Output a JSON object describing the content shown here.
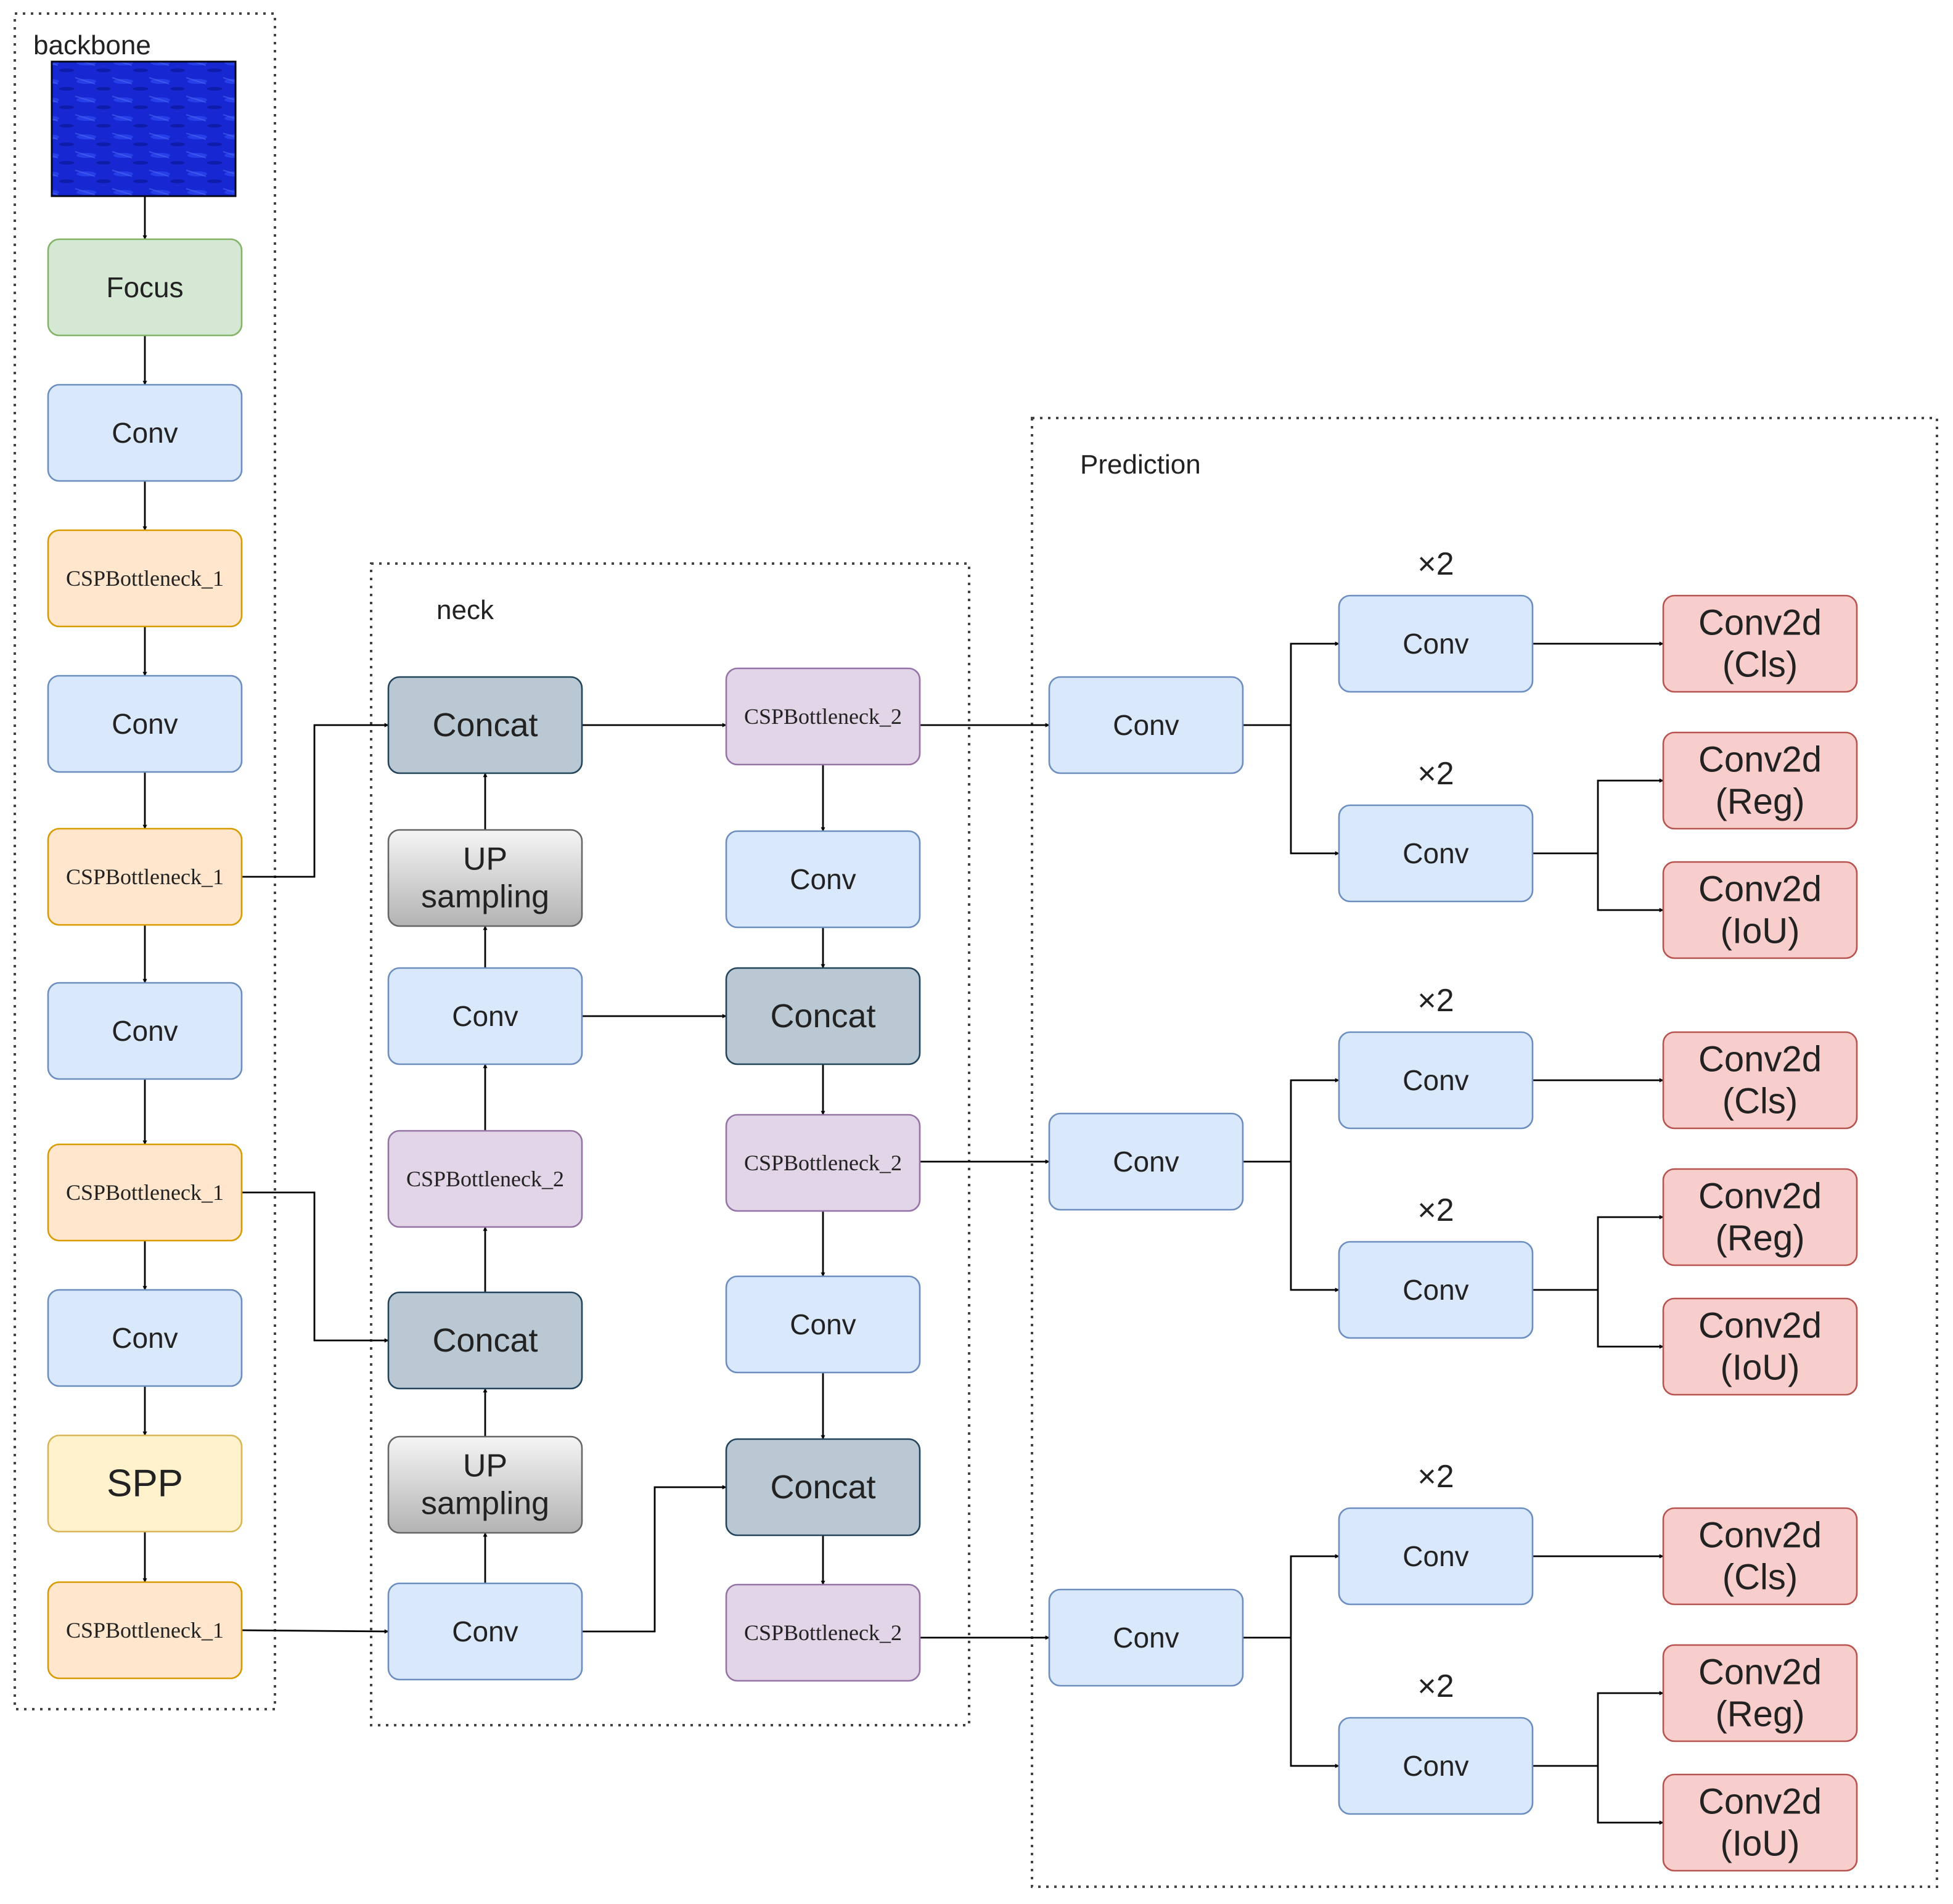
{
  "groups": {
    "backbone": "backbone",
    "neck": "neck",
    "prediction": "Prediction"
  },
  "colors": {
    "green": {
      "fill": "#d5e8d4",
      "stroke": "#82b366"
    },
    "blue": {
      "fill": "#dae8fc",
      "stroke": "#6c8ebf"
    },
    "orange": {
      "fill": "#ffe6cc",
      "stroke": "#d79b00"
    },
    "yellow": {
      "fill": "#fff2cc",
      "stroke": "#d6b656"
    },
    "purple": {
      "fill": "#e1d5e7",
      "stroke": "#9673a6"
    },
    "slate": {
      "fill": "#bac8d3",
      "stroke": "#23445d"
    },
    "gray": {
      "fill": "#e0e0e0",
      "stroke": "#666666"
    },
    "red": {
      "fill": "#f8cecc",
      "stroke": "#b85450"
    }
  },
  "nodes": {
    "focus": "Focus",
    "bb_conv1": "Conv",
    "bb_csp1": "CSPBottleneck_1",
    "bb_conv2": "Conv",
    "bb_csp2": "CSPBottleneck_1",
    "bb_conv3": "Conv",
    "bb_csp3": "CSPBottleneck_1",
    "bb_conv4": "Conv",
    "spp": "SPP",
    "bb_csp4": "CSPBottleneck_1",
    "nk_concat1": "Concat",
    "nk_up1_line1": "UP",
    "nk_up1_line2": "sampling",
    "nk_conv1": "Conv",
    "nk_csp_mid": "CSPBottleneck_2",
    "nk_concat2": "Concat",
    "nk_up2_line1": "UP",
    "nk_up2_line2": "sampling",
    "nk_conv2": "Conv",
    "nk_csp_a": "CSPBottleneck_2",
    "nk_conv_a": "Conv",
    "nk_concat_a": "Concat",
    "nk_csp_b": "CSPBottleneck_2",
    "nk_conv_b": "Conv",
    "nk_concat_b": "Concat",
    "nk_csp_c": "CSPBottleneck_2",
    "pr_conv1": "Conv",
    "pr_conv2": "Conv",
    "pr_conv3": "Conv",
    "h1_cls_conv": "Conv",
    "h1_reg_conv": "Conv",
    "h2_cls_conv": "Conv",
    "h2_reg_conv": "Conv",
    "h3_cls_conv": "Conv",
    "h3_reg_conv": "Conv",
    "h1_cls_l1": "Conv2d",
    "h1_cls_l2": "(Cls)",
    "h1_reg_l1": "Conv2d",
    "h1_reg_l2": "(Reg)",
    "h1_iou_l1": "Conv2d",
    "h1_iou_l2": "(IoU)",
    "h2_cls_l1": "Conv2d",
    "h2_cls_l2": "(Cls)",
    "h2_reg_l1": "Conv2d",
    "h2_reg_l2": "(Reg)",
    "h2_iou_l1": "Conv2d",
    "h2_iou_l2": "(IoU)",
    "h3_cls_l1": "Conv2d",
    "h3_cls_l2": "(Cls)",
    "h3_reg_l1": "Conv2d",
    "h3_reg_l2": "(Reg)",
    "h3_iou_l1": "Conv2d",
    "h3_iou_l2": "(IoU)"
  },
  "multipliers": {
    "h1_cls": "×2",
    "h1_reg": "×2",
    "h2_cls": "×2",
    "h2_reg": "×2",
    "h3_cls": "×2",
    "h3_reg": "×2"
  },
  "input_image": {
    "icon": "fish-school-image",
    "colors": [
      "#1a2ad8",
      "#2140f0",
      "#0e1aa8"
    ]
  }
}
